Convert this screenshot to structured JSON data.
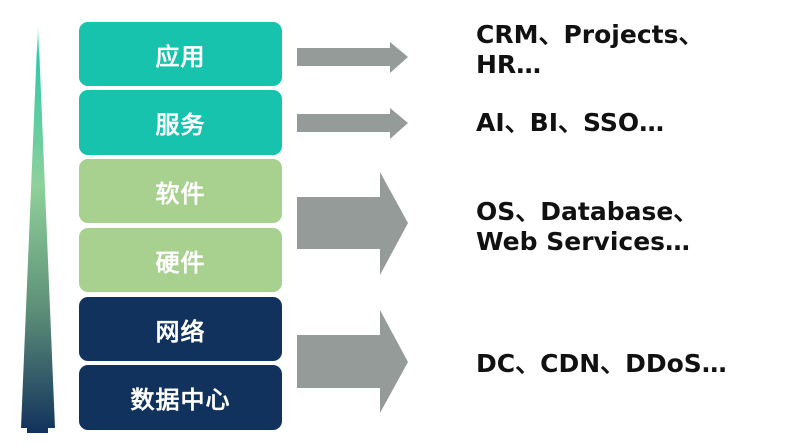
{
  "colors": {
    "teal": "#17C3AC",
    "green": "#A8D18F",
    "navy": "#11325C",
    "arrow_gray": "#959B99",
    "text": "#111111"
  },
  "spike": {
    "semantic": "upward-gradient-spike",
    "gradient": [
      "#ffffff",
      "#2ec9a8",
      "#8fd19a",
      "#5e8f78",
      "#11325C"
    ]
  },
  "layers": [
    {
      "label": "应用",
      "color": "teal"
    },
    {
      "label": "服务",
      "color": "teal"
    },
    {
      "label": "软件",
      "color": "green"
    },
    {
      "label": "硬件",
      "color": "green"
    },
    {
      "label": "网络",
      "color": "navy"
    },
    {
      "label": "数据中心",
      "color": "navy"
    }
  ],
  "groups": [
    {
      "layers": [
        "应用"
      ],
      "description": "CRM、Projects、\nHR…"
    },
    {
      "layers": [
        "服务"
      ],
      "description": "AI、BI、SSO…"
    },
    {
      "layers": [
        "软件",
        "硬件"
      ],
      "description": "OS、Database、\nWeb Services…"
    },
    {
      "layers": [
        "网络",
        "数据中心"
      ],
      "description": "DC、CDN、DDoS…"
    }
  ]
}
